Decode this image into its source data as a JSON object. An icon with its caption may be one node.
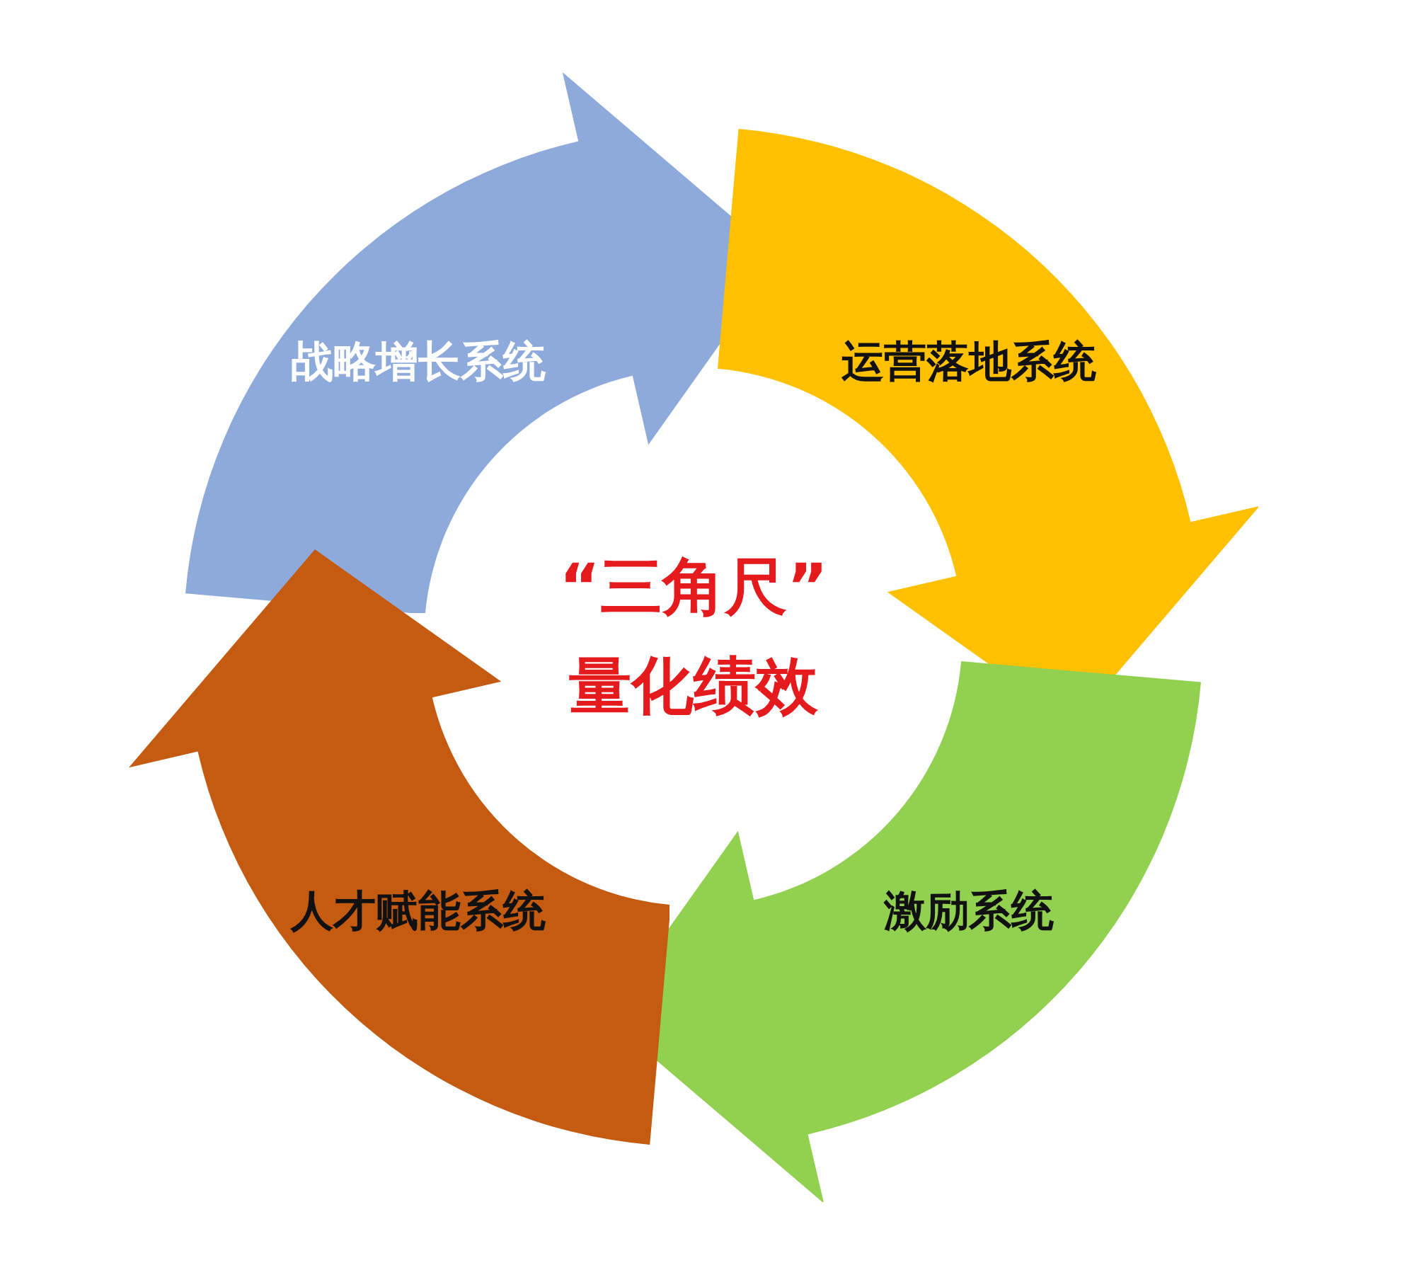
{
  "diagram": {
    "nodes": [
      {
        "text": [
          "战略增长系统"
        ]
      },
      {
        "text": [
          "运营落地系统"
        ]
      },
      {
        "text": [
          "激励系统"
        ]
      },
      {
        "text": [
          "人才赋能系统"
        ]
      }
    ],
    "edges": [],
    "labels": [
      "“三角尺”",
      "量化绩效"
    ]
  }
}
